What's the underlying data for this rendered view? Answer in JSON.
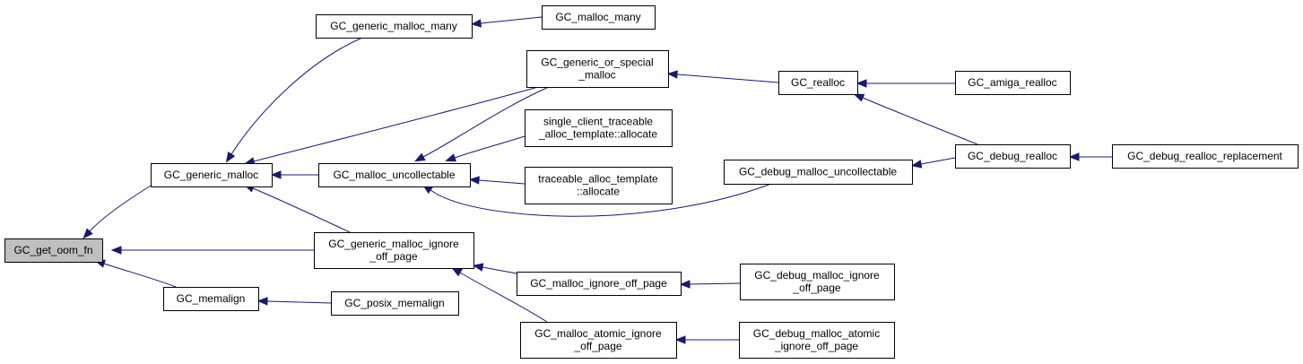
{
  "nodes": [
    {
      "id": "get_oom_fn",
      "lines": [
        "GC_get_oom_fn"
      ],
      "root": true
    },
    {
      "id": "generic_malloc",
      "lines": [
        "GC_generic_malloc"
      ]
    },
    {
      "id": "memalign",
      "lines": [
        "GC_memalign"
      ]
    },
    {
      "id": "generic_malloc_many",
      "lines": [
        "GC_generic_malloc_many"
      ]
    },
    {
      "id": "malloc_uncollectable",
      "lines": [
        "GC_malloc_uncollectable"
      ]
    },
    {
      "id": "generic_malloc_ignore_off_page",
      "lines": [
        "GC_generic_malloc_ignore",
        "_off_page"
      ]
    },
    {
      "id": "posix_memalign",
      "lines": [
        "GC_posix_memalign"
      ]
    },
    {
      "id": "malloc_many",
      "lines": [
        "GC_malloc_many"
      ]
    },
    {
      "id": "generic_or_special_malloc",
      "lines": [
        "GC_generic_or_special",
        "_malloc"
      ]
    },
    {
      "id": "single_client_allocate",
      "lines": [
        "single_client_traceable",
        "_alloc_template::allocate"
      ]
    },
    {
      "id": "traceable_allocate",
      "lines": [
        "traceable_alloc_template",
        "::allocate"
      ]
    },
    {
      "id": "malloc_ignore_off_page",
      "lines": [
        "GC_malloc_ignore_off_page"
      ]
    },
    {
      "id": "malloc_atomic_ignore_off_page",
      "lines": [
        "GC_malloc_atomic_ignore",
        "_off_page"
      ]
    },
    {
      "id": "debug_malloc_uncollectable",
      "lines": [
        "GC_debug_malloc_uncollectable"
      ]
    },
    {
      "id": "realloc",
      "lines": [
        "GC_realloc"
      ]
    },
    {
      "id": "debug_malloc_ignore_off_page",
      "lines": [
        "GC_debug_malloc_ignore",
        "_off_page"
      ]
    },
    {
      "id": "debug_malloc_atomic_ignore_off_page",
      "lines": [
        "GC_debug_malloc_atomic",
        "_ignore_off_page"
      ]
    },
    {
      "id": "debug_realloc",
      "lines": [
        "GC_debug_realloc"
      ]
    },
    {
      "id": "amiga_realloc",
      "lines": [
        "GC_amiga_realloc"
      ]
    },
    {
      "id": "debug_realloc_replacement",
      "lines": [
        "GC_debug_realloc_replacement"
      ]
    }
  ],
  "edges": [
    {
      "from": "generic_malloc",
      "to": "get_oom_fn"
    },
    {
      "from": "generic_malloc_ignore_off_page",
      "to": "get_oom_fn"
    },
    {
      "from": "memalign",
      "to": "get_oom_fn"
    },
    {
      "from": "generic_malloc_many",
      "to": "generic_malloc"
    },
    {
      "from": "generic_or_special_malloc",
      "to": "generic_malloc"
    },
    {
      "from": "malloc_uncollectable",
      "to": "generic_malloc"
    },
    {
      "from": "generic_malloc_ignore_off_page",
      "to": "generic_malloc"
    },
    {
      "from": "posix_memalign",
      "to": "memalign"
    },
    {
      "from": "malloc_many",
      "to": "generic_malloc_many"
    },
    {
      "from": "generic_or_special_malloc",
      "to": "malloc_uncollectable"
    },
    {
      "from": "single_client_allocate",
      "to": "malloc_uncollectable"
    },
    {
      "from": "traceable_allocate",
      "to": "malloc_uncollectable"
    },
    {
      "from": "debug_malloc_uncollectable",
      "to": "malloc_uncollectable"
    },
    {
      "from": "malloc_ignore_off_page",
      "to": "generic_malloc_ignore_off_page"
    },
    {
      "from": "malloc_atomic_ignore_off_page",
      "to": "generic_malloc_ignore_off_page"
    },
    {
      "from": "realloc",
      "to": "generic_or_special_malloc"
    },
    {
      "from": "debug_malloc_ignore_off_page",
      "to": "malloc_ignore_off_page"
    },
    {
      "from": "debug_malloc_atomic_ignore_off_page",
      "to": "malloc_atomic_ignore_off_page"
    },
    {
      "from": "debug_realloc",
      "to": "debug_malloc_uncollectable"
    },
    {
      "from": "amiga_realloc",
      "to": "realloc"
    },
    {
      "from": "debug_realloc",
      "to": "realloc"
    },
    {
      "from": "debug_realloc_replacement",
      "to": "debug_realloc"
    }
  ],
  "colors": {
    "edge": "#191970",
    "root_fill": "#bfbfbf",
    "node_fill": "#ffffff",
    "node_stroke": "#000000"
  }
}
